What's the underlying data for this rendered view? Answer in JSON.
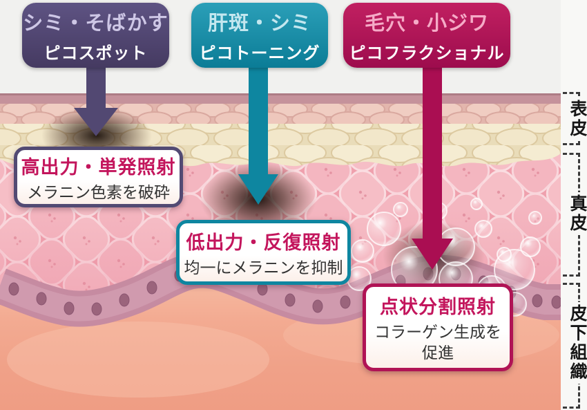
{
  "treatments": [
    {
      "target": "シミ・そばかす",
      "method": "ピコスポット",
      "effect_title": "高出力・単発照射",
      "effect_desc": "メラニン色素を破砕",
      "accent": "#524a73"
    },
    {
      "target": "肝斑・シミ",
      "method": "ピコトーニング",
      "effect_title": "低出力・反復照射",
      "effect_desc": "均一にメラニンを抑制",
      "accent": "#0e86a0"
    },
    {
      "target": "毛穴・小ジワ",
      "method": "ピコフラクショナル",
      "effect_title": "点状分割照射",
      "effect_desc": "コラーゲン生成を促進",
      "accent": "#aa0e52"
    }
  ],
  "skin_layers": [
    {
      "label": "表皮"
    },
    {
      "label": "真皮"
    },
    {
      "label": "皮下組織"
    }
  ],
  "colors": {
    "callout_title_text": "#c3155c",
    "purple": "#524a73",
    "teal": "#0e86a0",
    "crimson": "#aa0e52",
    "epidermis": "#e9dcb9",
    "dermis": "#efa0ad",
    "subcutis": "#f0a188"
  }
}
